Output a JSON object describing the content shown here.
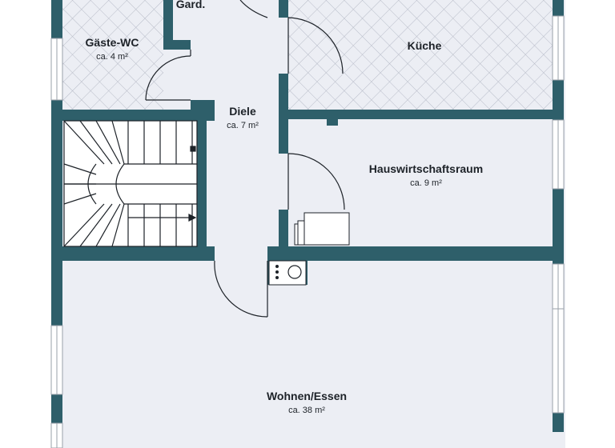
{
  "colors": {
    "wall": "#2e5f6a",
    "floor": "#eceef4",
    "tile_floor": "#eceef4",
    "tile_line": "#b8bcc8",
    "line": "#1d2228",
    "background": "#ffffff"
  },
  "rooms": {
    "gard": {
      "label": "Gard."
    },
    "gaeste_wc": {
      "label": "Gäste-WC",
      "area": "ca. 4 m²"
    },
    "kueche": {
      "label": "Küche"
    },
    "diele": {
      "label": "Diele",
      "area": "ca. 7 m²"
    },
    "hauswirtschaftsraum": {
      "label": "Hauswirtschaftsraum",
      "area": "ca. 9 m²"
    },
    "wohnen_essen": {
      "label": "Wohnen/Essen",
      "area": "ca. 38 m²"
    }
  },
  "icons": {
    "stairs": "staircase-icon",
    "stove": "stove-icon",
    "washer": "washing-machine-icon"
  }
}
